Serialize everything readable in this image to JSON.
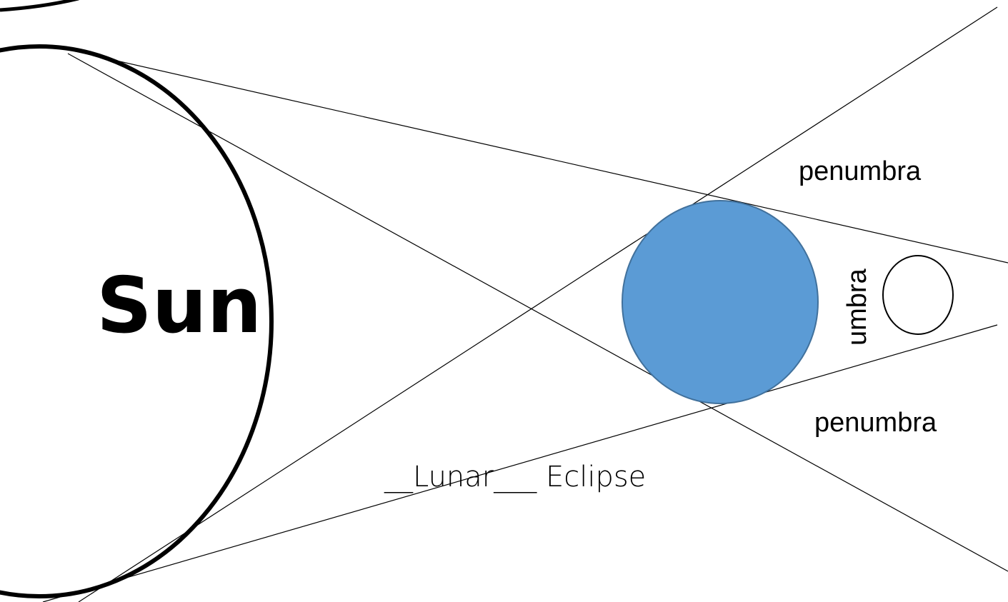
{
  "diagram": {
    "sun_label": "Sun",
    "penumbra_top_label": "penumbra",
    "penumbra_bottom_label": "penumbra",
    "umbra_label": "umbra",
    "title": "__Lunar___ Eclipse",
    "colors": {
      "earth_fill": "#5b9bd5",
      "earth_stroke": "#41719c",
      "line": "#000000",
      "background": "#ffffff"
    }
  }
}
